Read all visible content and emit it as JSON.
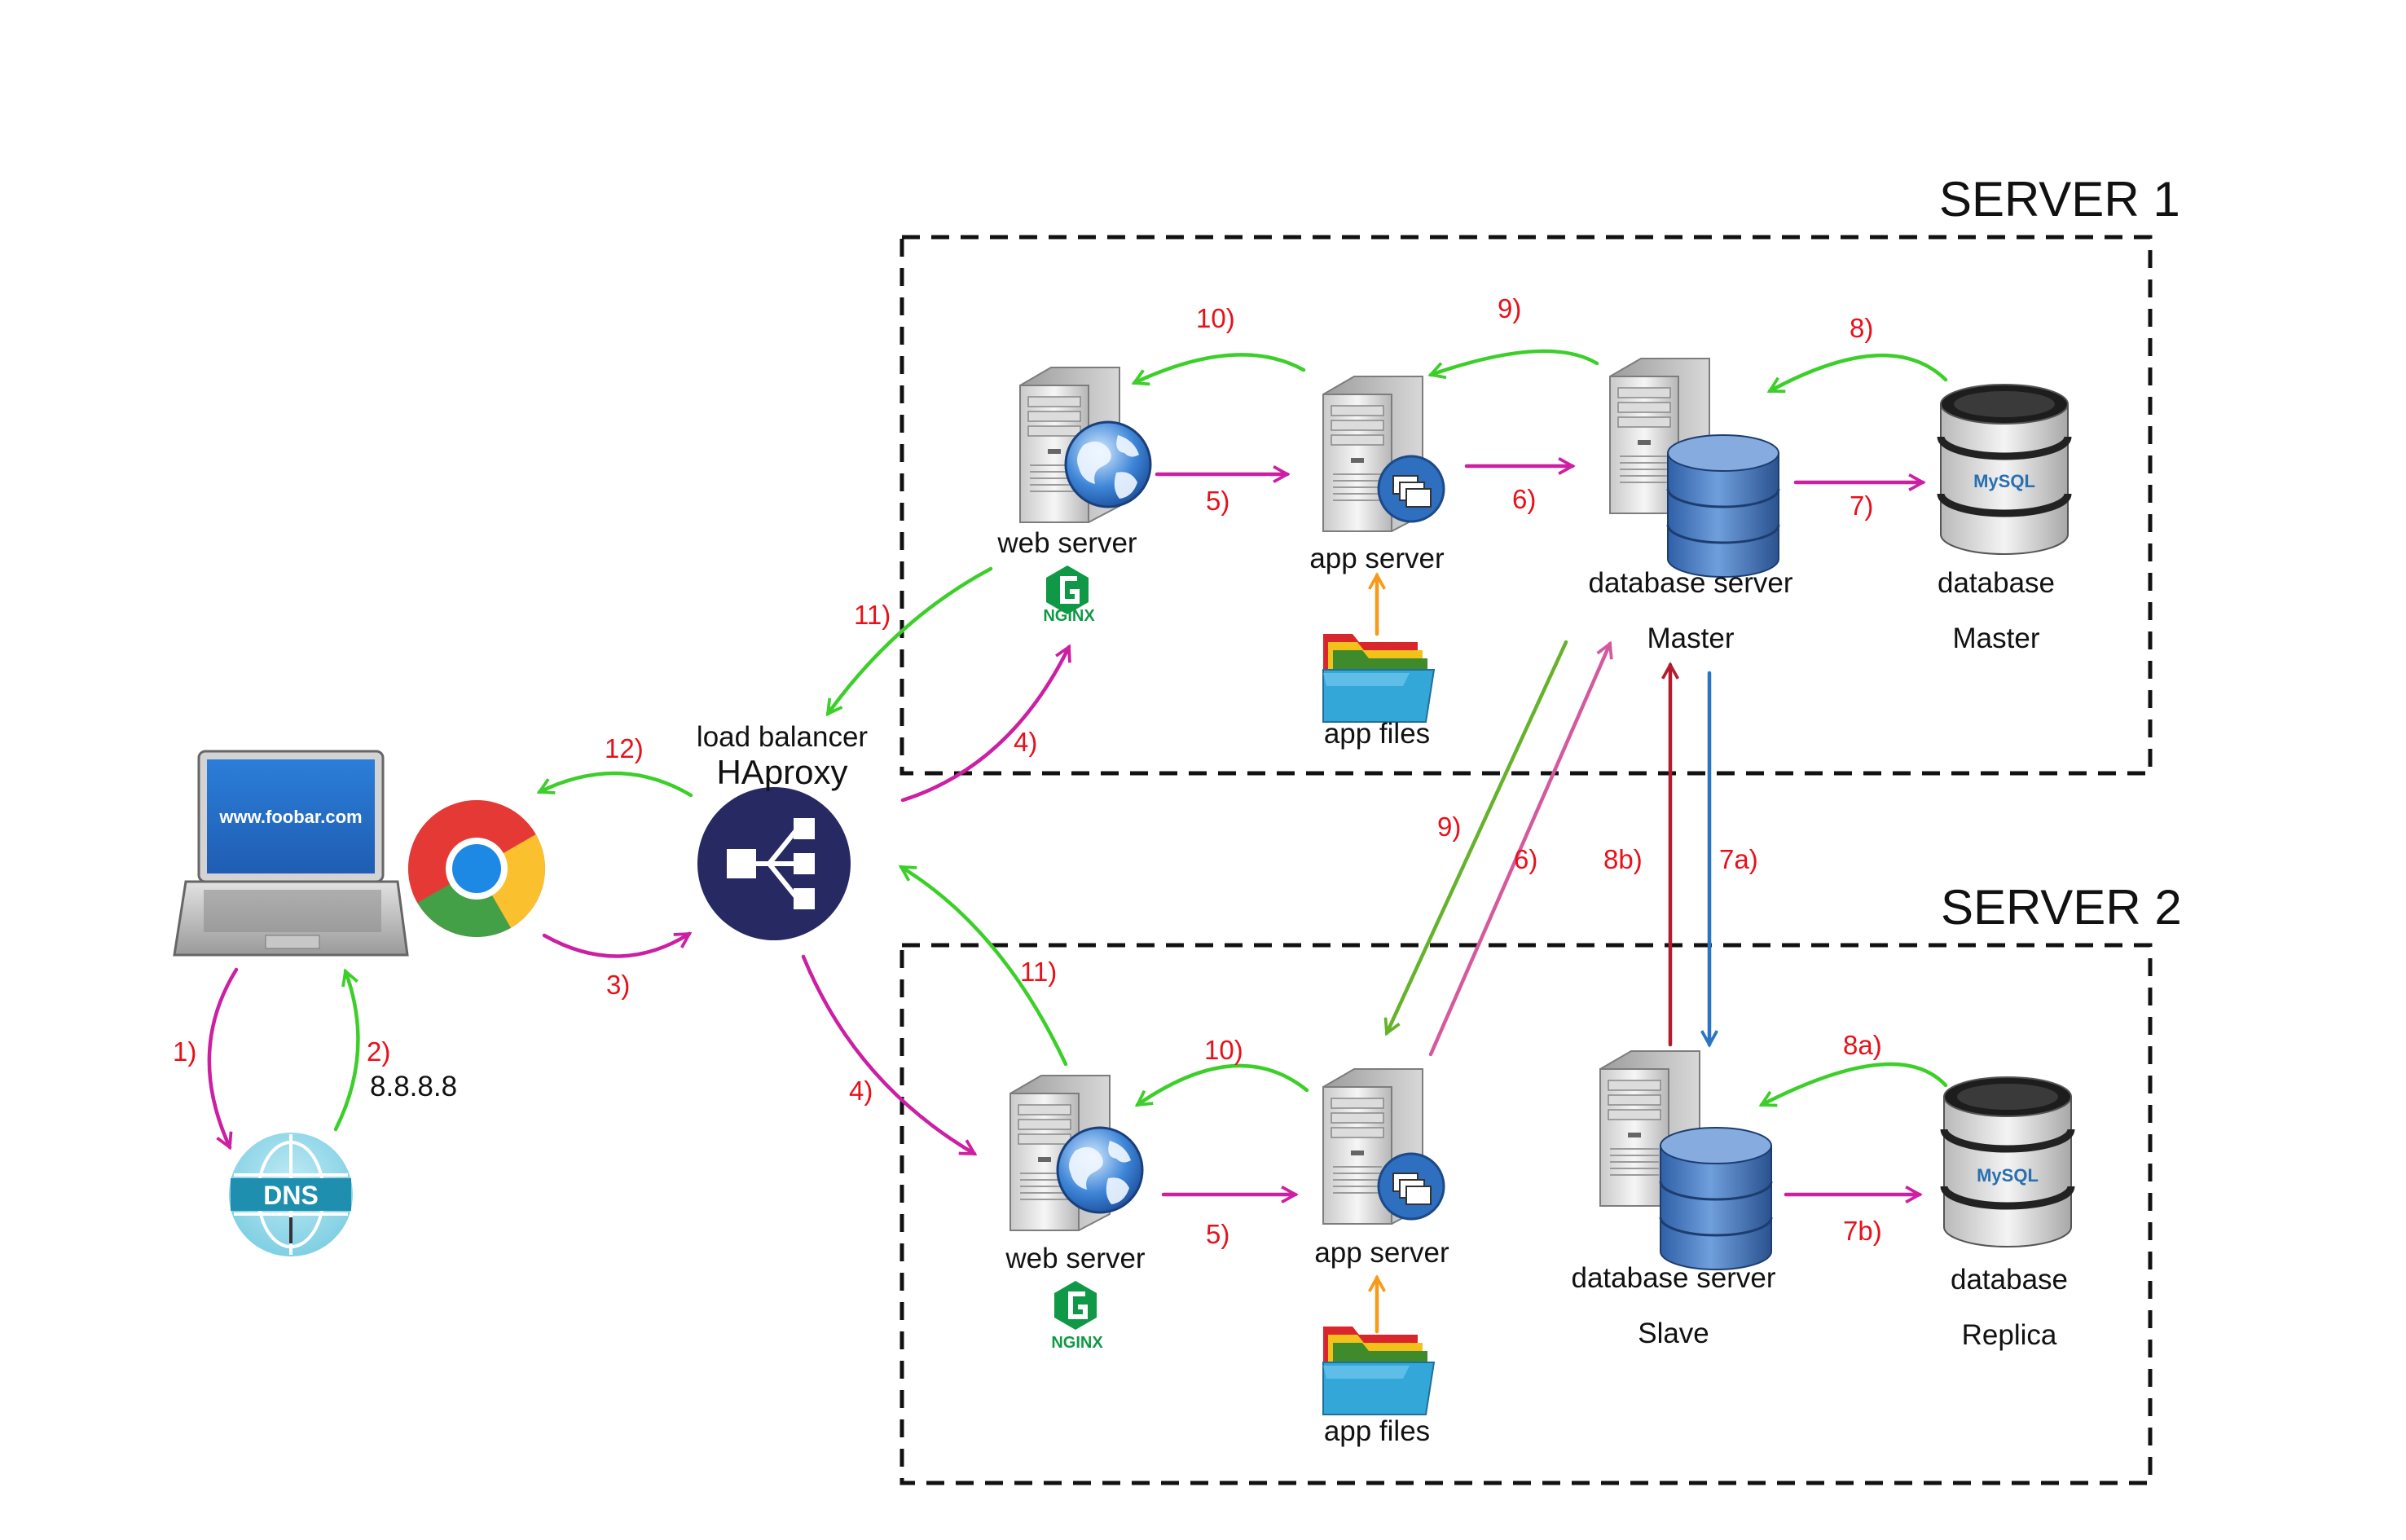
{
  "groups": {
    "server1": {
      "title": "SERVER 1"
    },
    "server2": {
      "title": "SERVER 2"
    }
  },
  "client": {
    "url": "www.foobar.com",
    "dns_badge": "DNS",
    "dns_ip": "8.8.8.8"
  },
  "load_balancer": {
    "line1": "load balancer",
    "line2": "HAproxy"
  },
  "server1": {
    "web": "web server",
    "web_logo": "NGINX",
    "app": "app server",
    "app_files": "app files",
    "db_server": "database server",
    "db_server_role": "Master",
    "db": "database",
    "db_role": "Master",
    "mysql_logo": "MySQL"
  },
  "server2": {
    "web": "web server",
    "web_logo": "NGINX",
    "app": "app server",
    "app_files": "app files",
    "db_server": "database server",
    "db_server_role": "Slave",
    "db": "database",
    "db_role": "Replica",
    "mysql_logo": "MySQL"
  },
  "steps": {
    "s1": "1)",
    "s2": "2)",
    "s3": "3)",
    "s4a": "4)",
    "s4b": "4)",
    "s5a": "5)",
    "s5b": "5)",
    "s6a": "6)",
    "s6b": "6)",
    "s7": "7)",
    "s7a": "7a)",
    "s7b": "7b)",
    "s8": "8)",
    "s8a": "8a)",
    "s8b": "8b)",
    "s9a": "9)",
    "s9b": "9)",
    "s10a": "10)",
    "s10b": "10)",
    "s11a": "11)",
    "s11b": "11)",
    "s12": "12)"
  },
  "colors": {
    "request_arrow": "#cc1fa2",
    "response_arrow": "#3ccf2a",
    "file_arrow": "#f79a1a",
    "replication_up": "#b31b30",
    "replication_down": "#2b73c4",
    "cross_response": "#67b22d",
    "cross_request": "#d55a9c",
    "step_text": "#e8111a",
    "balancer": "#272963",
    "nginx": "#0f9946",
    "db_blue": "#4d7fbf"
  }
}
